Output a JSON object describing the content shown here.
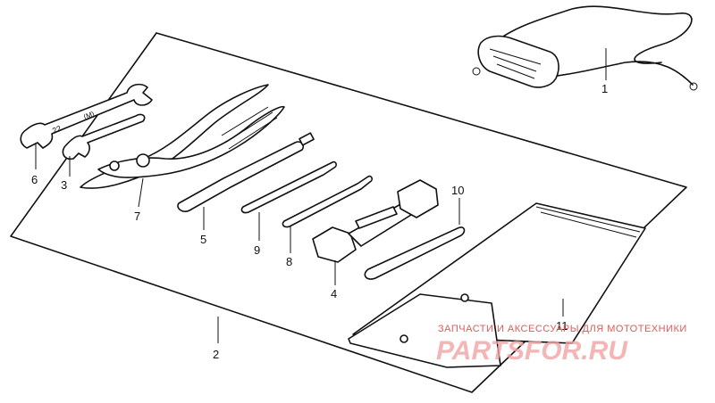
{
  "diagram": {
    "callouts": [
      "1",
      "2",
      "3",
      "4",
      "5",
      "6",
      "7",
      "8",
      "9",
      "10",
      "11"
    ]
  },
  "watermark": {
    "top_text": "ЗАПЧАСТИ И АКСЕССУАРЫ ДЛЯ МОТОТЕХНИКИ",
    "brand_text": "PARTSFOR.RU",
    "color": "#e05a5a"
  }
}
